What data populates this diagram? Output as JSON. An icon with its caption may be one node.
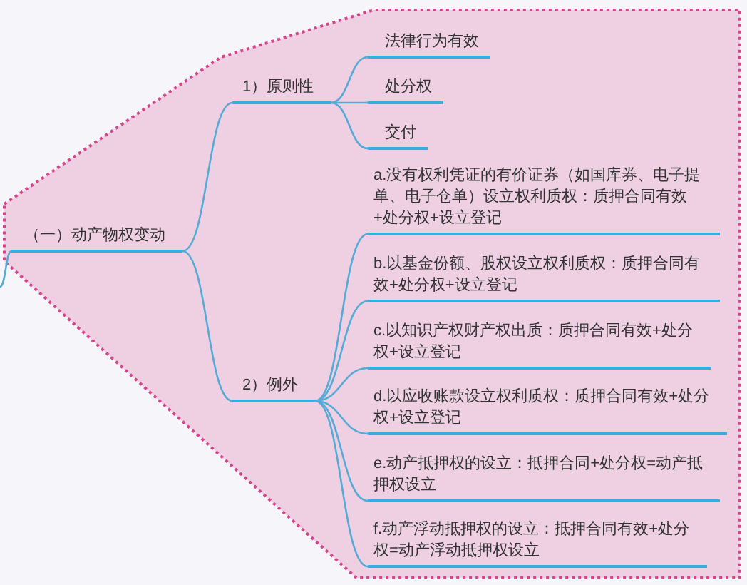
{
  "diagram": {
    "nodes": [
      {
        "text": [],
        "shape": "polygon"
      },
      {
        "text": [
          "（一）动产物权变动"
        ],
        "in": 0
      },
      {
        "text": [
          "1）原则性"
        ],
        "in": 0
      },
      {
        "text": [
          "法律行为有效"
        ],
        "in": 0
      },
      {
        "text": [
          "处分权"
        ],
        "in": 0
      },
      {
        "text": [
          "交付"
        ],
        "in": 0
      },
      {
        "text": [
          "2）例外"
        ],
        "in": 0
      },
      {
        "text": [
          "a.没有权利凭证的有价证券（如国库券、电子提单、电子仓单）设立权利质权：质押合同有效+处分权+设立登记"
        ],
        "in": 0
      },
      {
        "text": [
          "b.以基金份额、股权设立权利质权：质押合同有效+处分权+设立登记"
        ],
        "in": 0
      },
      {
        "text": [
          "c.以知识产权财产权出质：质押合同有效+处分权+设立登记"
        ],
        "in": 0
      },
      {
        "text": [
          "d.以应收账款设立权利质权：质押合同有效+处分权+设立登记"
        ],
        "in": 0
      },
      {
        "text": [
          "e.动产抵押权的设立：抵押合同+处分权=动产抵押权设立"
        ],
        "in": 0
      },
      {
        "text": [
          "f.动产浮动抵押权的设立：抵押合同有效+处分权=动产浮动抵押权设立"
        ],
        "in": 0
      }
    ],
    "edges": [
      {
        "from": null,
        "to": 1,
        "arrow": "none"
      },
      {
        "from": 1,
        "to": 2,
        "arrow": "none"
      },
      {
        "from": 1,
        "to": 6,
        "arrow": "none"
      },
      {
        "from": 2,
        "to": 3,
        "arrow": "none"
      },
      {
        "from": 2,
        "to": 4,
        "arrow": "none"
      },
      {
        "from": 2,
        "to": 5,
        "arrow": "none"
      },
      {
        "from": 6,
        "to": 7,
        "arrow": "none"
      },
      {
        "from": 6,
        "to": 8,
        "arrow": "none"
      },
      {
        "from": 6,
        "to": 9,
        "arrow": "none"
      },
      {
        "from": 6,
        "to": 10,
        "arrow": "none"
      },
      {
        "from": 6,
        "to": 11,
        "arrow": "none"
      },
      {
        "from": 6,
        "to": 12,
        "arrow": "none"
      }
    ]
  }
}
